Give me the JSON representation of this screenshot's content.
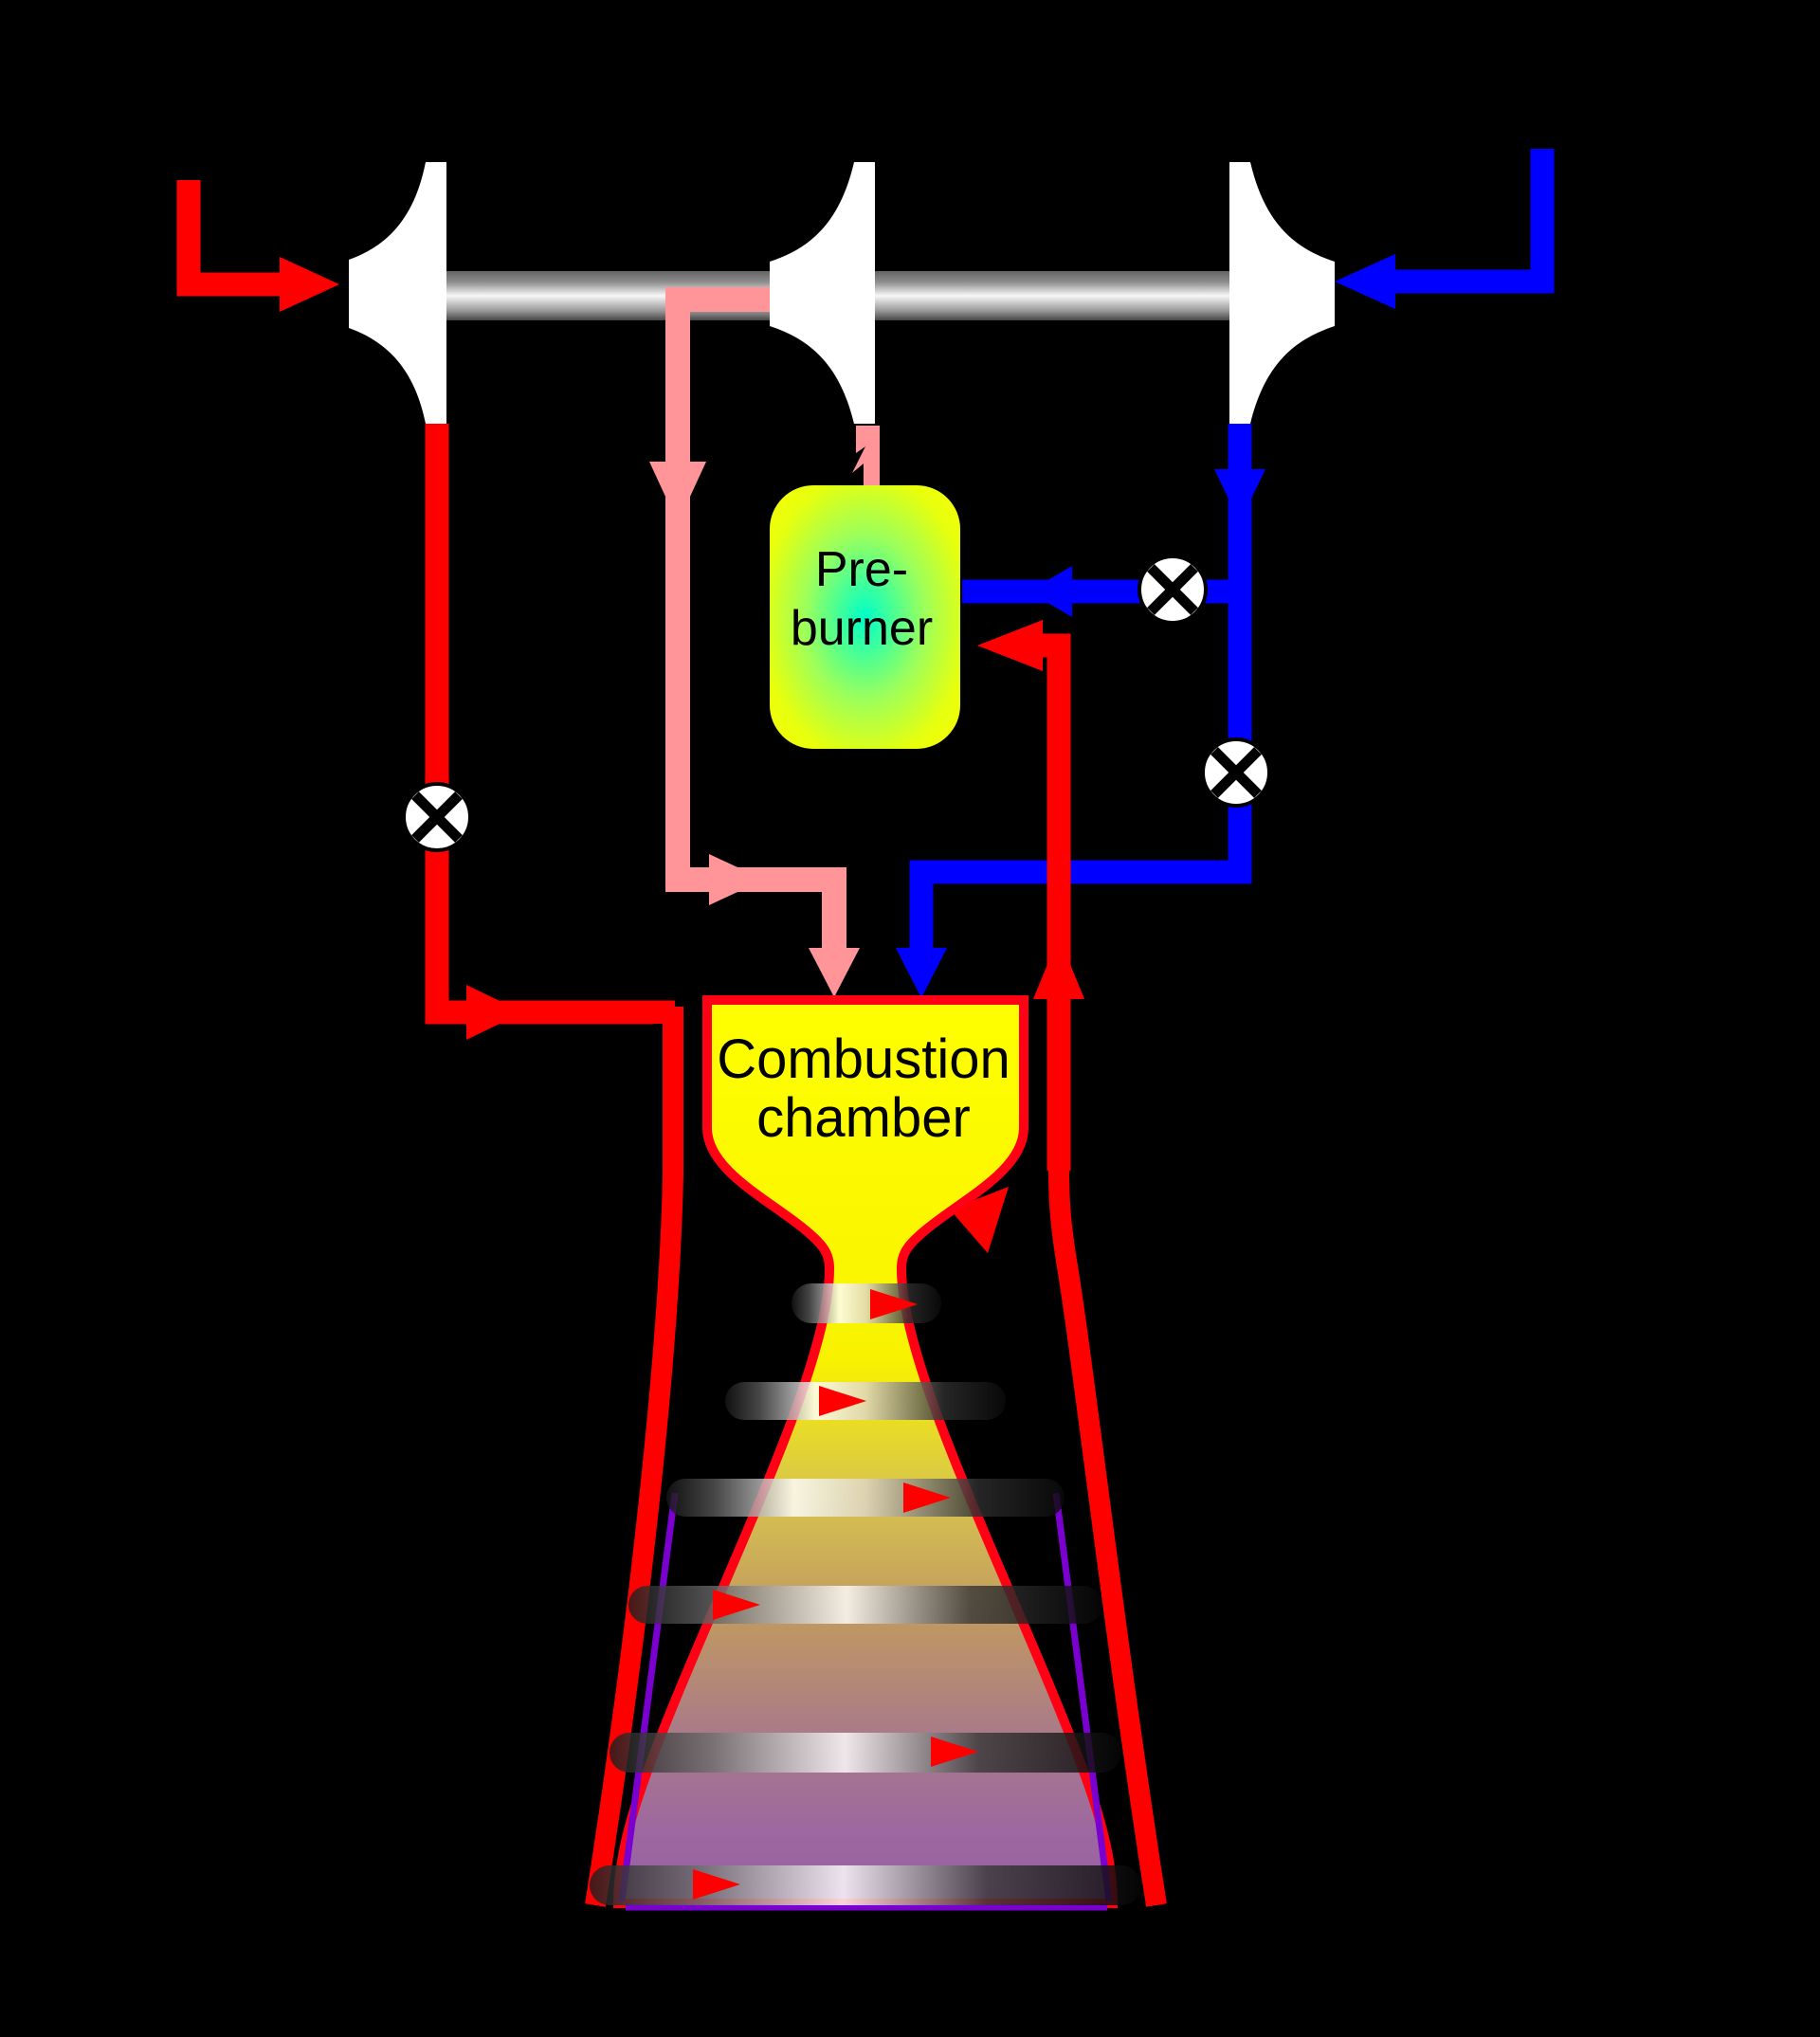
{
  "labels": {
    "preburner": {
      "line1": "Pre-",
      "line2": "burner"
    },
    "combustion_chamber": {
      "line1": "Combustion",
      "line2": "chamber"
    }
  },
  "colors": {
    "background": "#000000",
    "fuel_line": "#FF0000",
    "oxidizer_line": "#0000FF",
    "hot_gas_line": "#FF9599",
    "machine_icon": "#FFFFFF",
    "chamber_border": "#FF0014",
    "chamber_fill_top": "#FFFF00",
    "nozzle_exit_tint": "#975FA5",
    "purple_edge": "#7A00D0",
    "valve_fill": "#FFFFFF",
    "valve_cross": "#000000",
    "band_arrow": "#FF0000"
  },
  "components": {
    "fuel_pump": "fuel-pump-icon",
    "turbine": "turbine-icon",
    "oxidizer_pump": "oxidizer-pump-icon",
    "shaft": "turbo-shaft",
    "preburner": "preburner-vessel",
    "combustion_chamber": "combustion-chamber-vessel",
    "nozzle": "nozzle-bell",
    "valves": [
      "fuel-valve-icon",
      "oxidizer-preburner-valve-icon",
      "oxidizer-main-valve-icon"
    ],
    "cooling_rings": 6
  }
}
